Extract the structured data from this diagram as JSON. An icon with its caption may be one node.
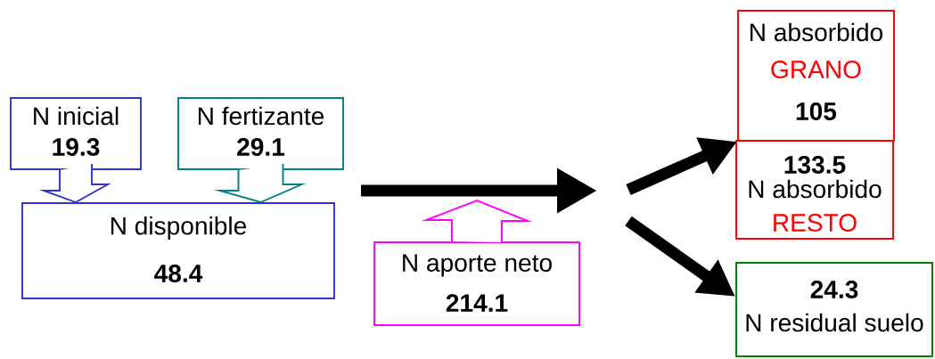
{
  "diagram": {
    "nodes": [
      {
        "text": [
          "N inicial",
          "19.3"
        ]
      },
      {
        "text": [
          "N fertizante",
          "29.1"
        ]
      },
      {
        "text": [
          "N disponible",
          "48.4"
        ]
      },
      {
        "text": [
          "N aporte neto",
          "214.1"
        ]
      },
      {
        "text": [
          "N absorbido",
          "GRANO",
          "105"
        ]
      },
      {
        "text": [
          "133.5",
          "N absorbido",
          "RESTO"
        ]
      },
      {
        "text": [
          "24.3",
          "N residual suelo"
        ]
      }
    ],
    "edges": [
      {
        "from": 0,
        "to": 2,
        "arrow": "to",
        "color": "#3333cc"
      },
      {
        "from": 1,
        "to": 2,
        "arrow": "to",
        "color": "#008080"
      },
      {
        "from": 3,
        "to": null,
        "arrow": "to",
        "color": "#ff00ff"
      },
      {
        "from": null,
        "to": 4,
        "arrow": "to"
      },
      {
        "from": null,
        "to": 6,
        "arrow": "to"
      }
    ]
  }
}
